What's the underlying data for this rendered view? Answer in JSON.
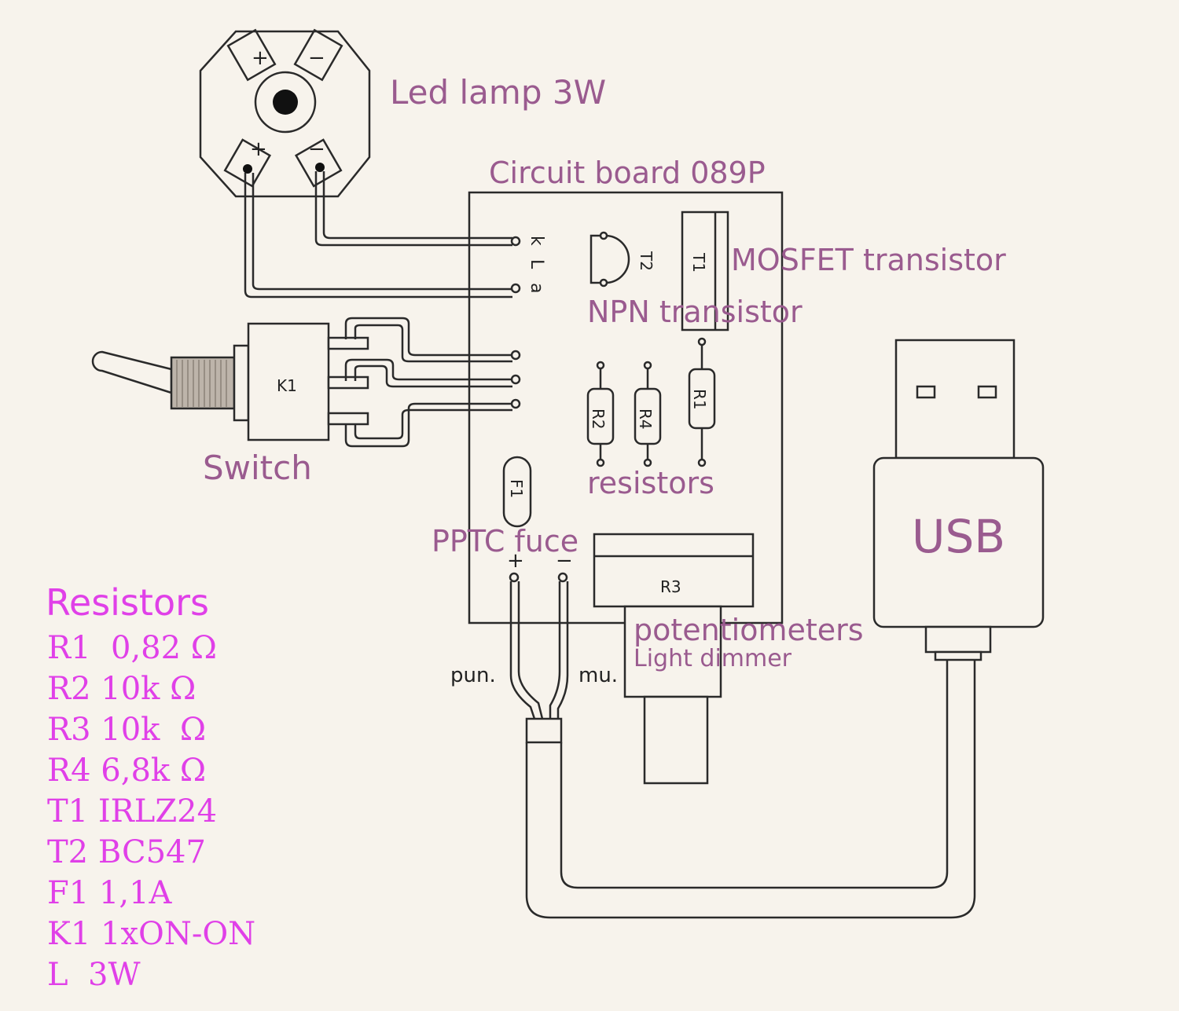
{
  "labels": {
    "led_lamp": "Led lamp 3W",
    "circuit_board": "Circuit board 089P",
    "mosfet": "MOSFET transistor",
    "npn": "NPN transistor",
    "switch": "Switch",
    "resistors": "resistors",
    "pptc": "PPTC fuce",
    "usb": "USB",
    "potentiometers": "potentiometers",
    "light_dimmer": "Light dimmer"
  },
  "components": {
    "T1": "T1",
    "T2": "T2",
    "R1": "R1",
    "R2": "R2",
    "R3": "R3",
    "R4": "R4",
    "F1": "F1",
    "K1": "K1"
  },
  "pins": {
    "k": "k",
    "L": "L",
    "a": "a",
    "plus": "+",
    "minus": "−",
    "lamp_plus": "+",
    "lamp_minus": "−"
  },
  "wires": {
    "pun": "pun.",
    "mu": "mu."
  },
  "legend": {
    "title": "Resistors",
    "rows": [
      "R1  0,82 Ω",
      "R2 10k Ω",
      "R3 10k  Ω",
      "R4 6,8k Ω",
      "T1 IRLZ24",
      "T2 BC547",
      "F1 1,1A",
      "K1 1xON-ON",
      "L  3W"
    ]
  }
}
